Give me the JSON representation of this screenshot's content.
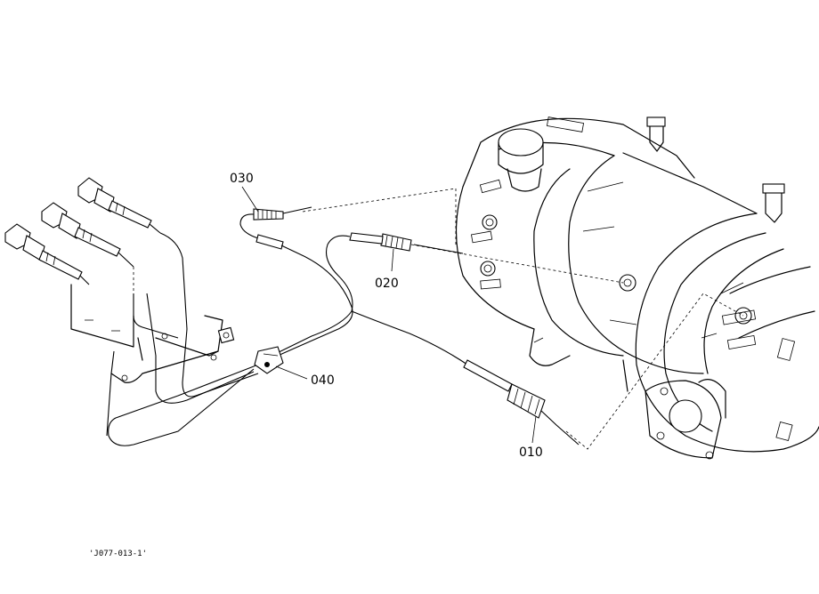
{
  "callouts": [
    {
      "id": "010",
      "text": "010"
    },
    {
      "id": "020",
      "text": "020"
    },
    {
      "id": "030",
      "text": "030"
    },
    {
      "id": "040",
      "text": "040"
    }
  ],
  "figure_ref": "'J077-013-1'"
}
